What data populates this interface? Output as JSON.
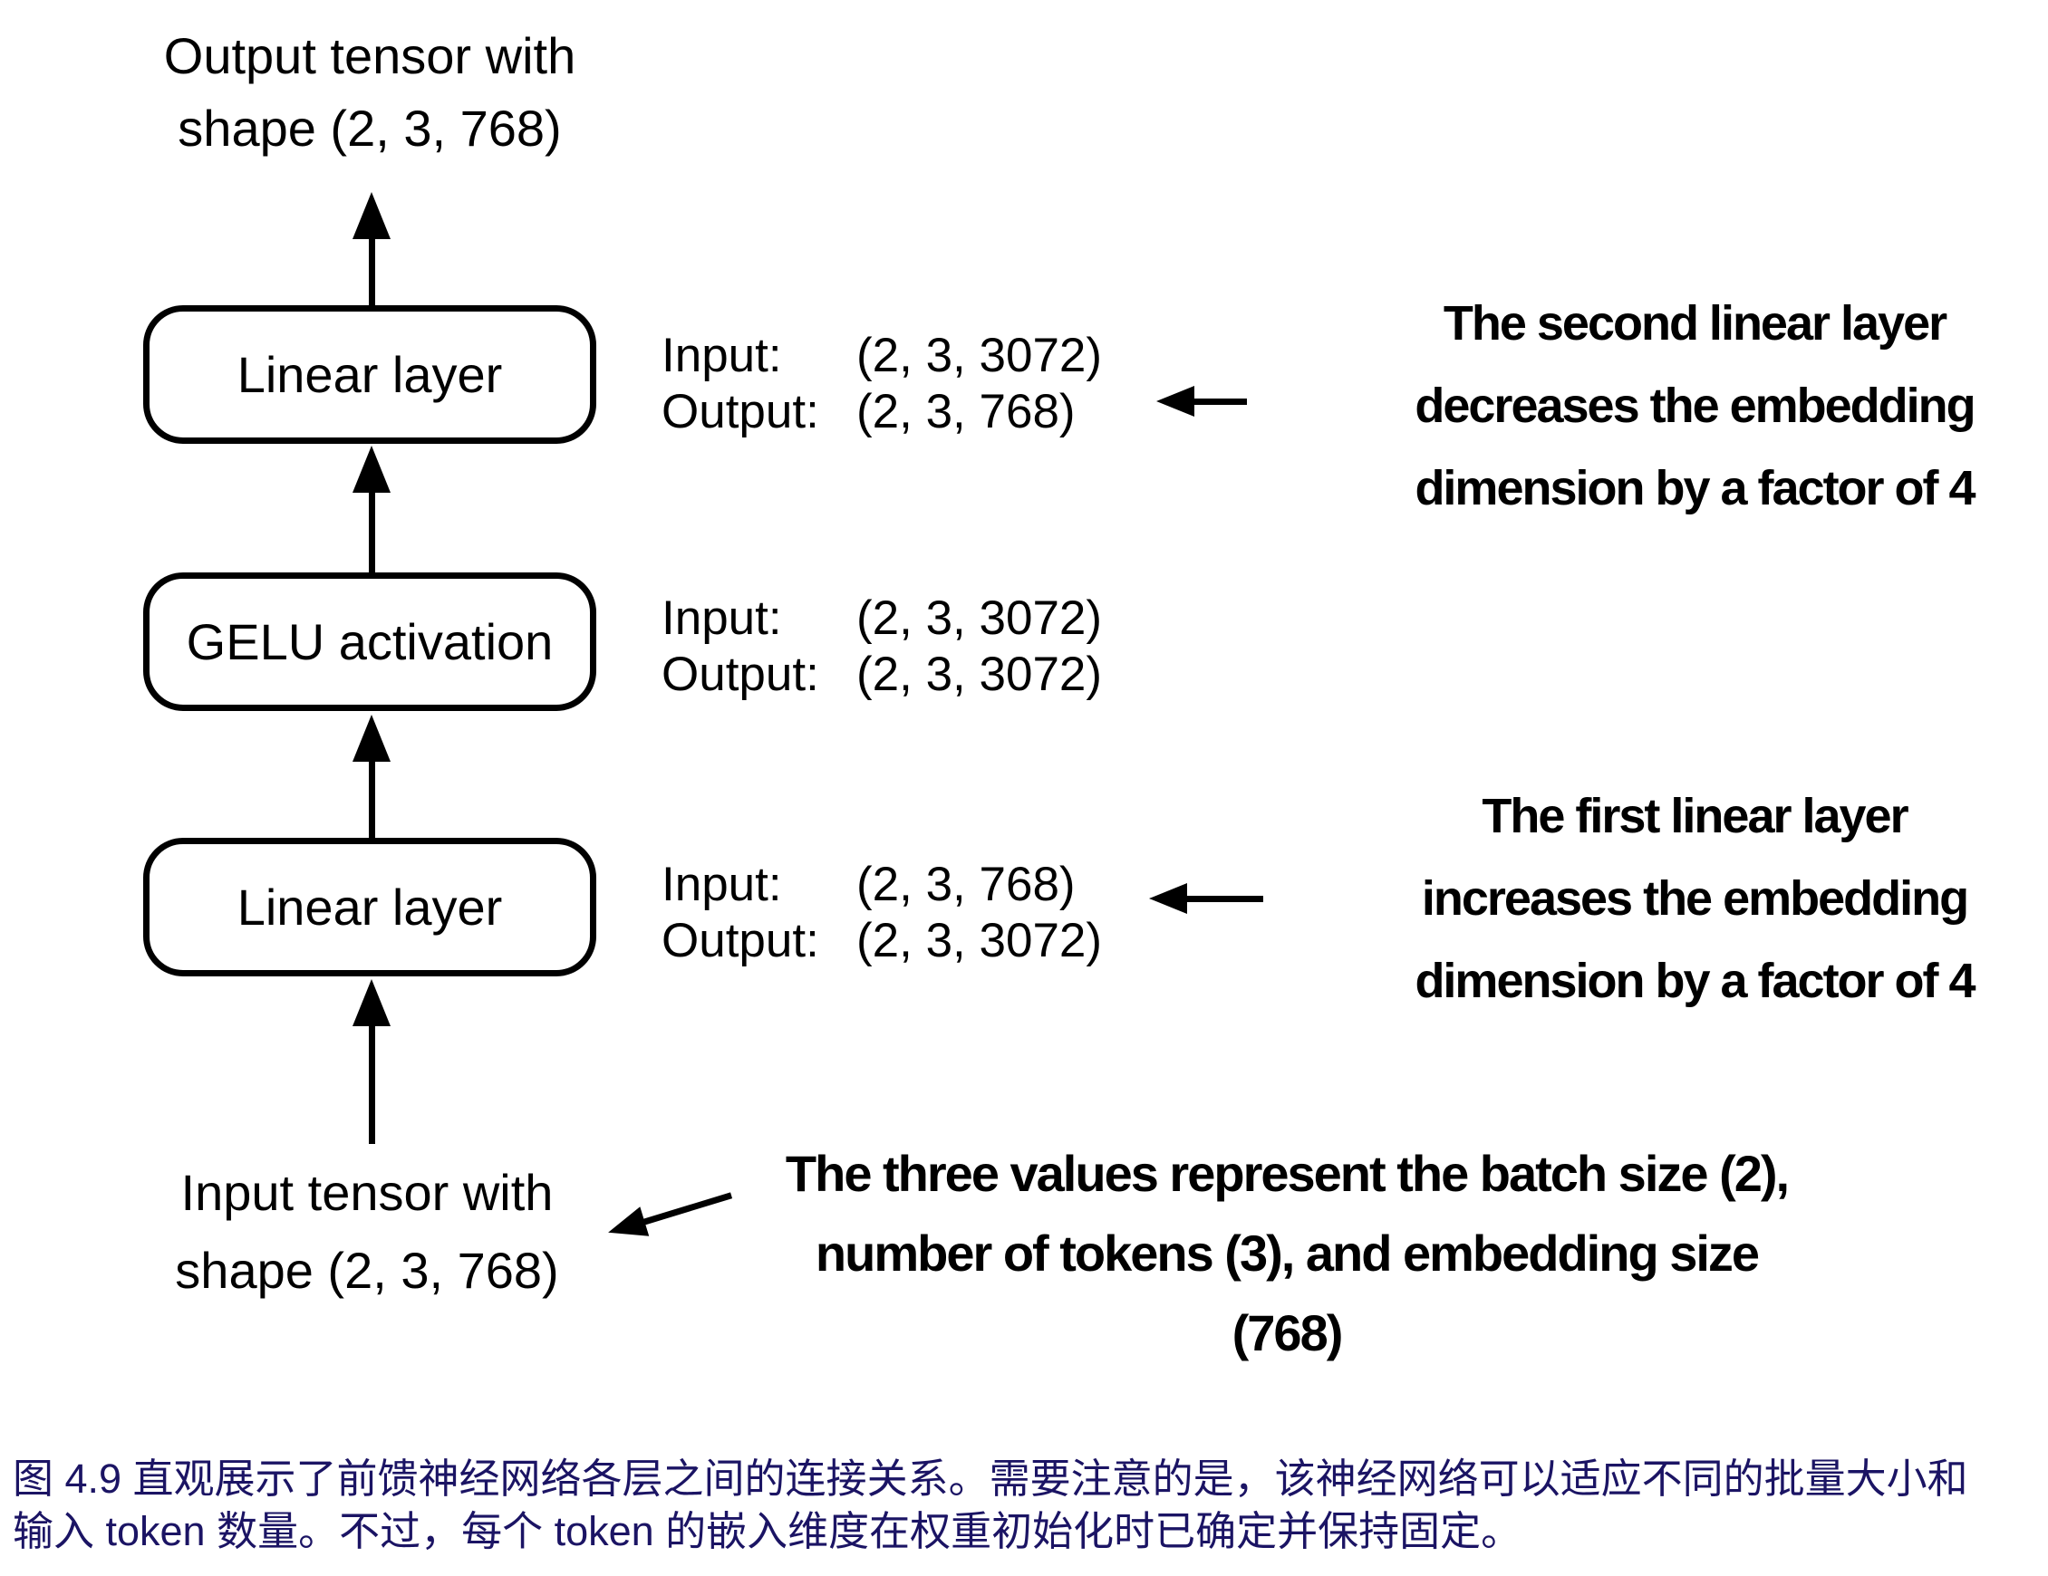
{
  "colors": {
    "background": "#ffffff",
    "diagram_text": "#000000",
    "caption_text": "#1b1464"
  },
  "diagram": {
    "output_label": {
      "line1": "Output tensor with",
      "line2": "shape (2, 3, 768)"
    },
    "input_label": {
      "line1": "Input tensor with",
      "line2": "shape (2, 3, 768)"
    },
    "boxes": [
      {
        "label": "Linear layer",
        "io": {
          "input_label": "Input:",
          "input_value": "(2, 3, 3072)",
          "output_label": "Output:",
          "output_value": "(2, 3, 768)"
        }
      },
      {
        "label": "GELU activation",
        "io": {
          "input_label": "Input:",
          "input_value": "(2, 3, 3072)",
          "output_label": "Output:",
          "output_value": "(2, 3, 3072)"
        }
      },
      {
        "label": "Linear layer",
        "io": {
          "input_label": "Input:",
          "input_value": "(2, 3, 768)",
          "output_label": "Output:",
          "output_value": "(2, 3, 3072)"
        }
      }
    ],
    "annotations": {
      "second_linear": {
        "line1": "The second linear layer",
        "line2": "decreases the embedding",
        "line3": "dimension by a factor of 4"
      },
      "first_linear": {
        "line1": "The first linear layer",
        "line2": "increases the embedding",
        "line3": "dimension by a factor of 4"
      },
      "tensor_values": {
        "line1": "The three values represent the batch size (2),",
        "line2": "number of tokens (3), and embedding size",
        "line3": "(768)"
      }
    }
  },
  "caption": {
    "line1": "图 4.9 直观展示了前馈神经网络各层之间的连接关系。需要注意的是，该神经网络可以适应不同的批量大小和",
    "line2": "输入 token 数量。不过，每个 token 的嵌入维度在权重初始化时已确定并保持固定。"
  }
}
